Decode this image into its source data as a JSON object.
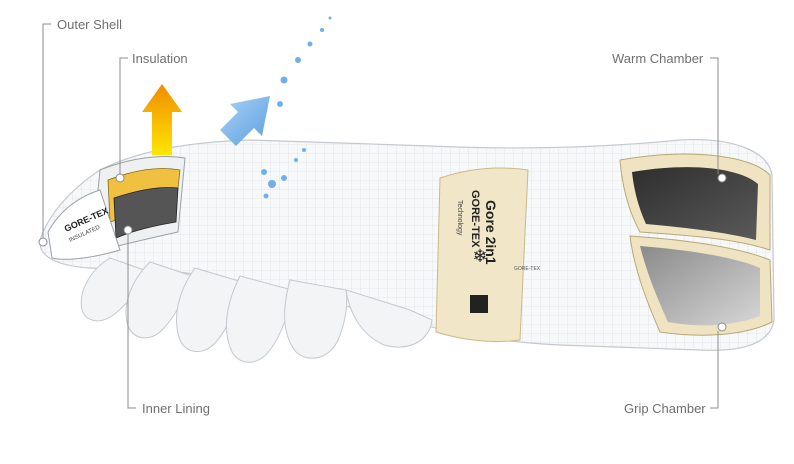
{
  "callouts": {
    "outer_shell": "Outer Shell",
    "insulation": "Insulation",
    "inner_lining": "Inner Lining",
    "warm_chamber": "Warm Chamber",
    "grip_chamber": "Grip Chamber"
  },
  "glove_label": {
    "brand_top": "GORE-TEX",
    "brand_bottom": "INSULATED",
    "band_brand": "GORE-TEX",
    "band_product": "Gore 2in1",
    "band_sub": "Technology",
    "band_tag": "GORE-TEX"
  },
  "colors": {
    "callout_text": "#6f6f6f",
    "leader_line": "#8c8c8c",
    "vapor_arrow": "#f5b400",
    "water_arrow": "#7fb3e6",
    "band": "#f1e6c8",
    "insulation": "#f0c040",
    "chamber": "#3c3c3c"
  }
}
